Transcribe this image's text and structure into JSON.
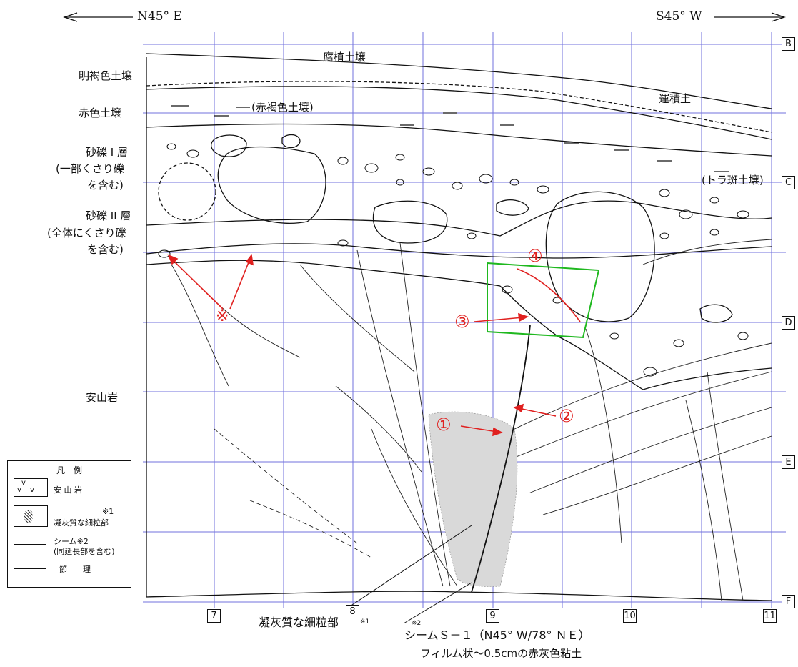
{
  "header": {
    "left_direction": "N45° E",
    "right_direction": "S45° W"
  },
  "layers": [
    {
      "label": "明褐色土壌"
    },
    {
      "label": "赤色土壌"
    },
    {
      "label": "砂礫 I 層"
    },
    {
      "label": "(一部くさり礫"
    },
    {
      "label": "を含む)"
    },
    {
      "label": "砂礫 II 層"
    },
    {
      "label": "(全体にくさり礫"
    },
    {
      "label": "を含む)"
    },
    {
      "label": "安山岩"
    }
  ],
  "annotations": {
    "humus": "腐植土壌",
    "reddish_brown": "(赤褐色土壌)",
    "transported": "運積土",
    "tiger": "(トラ斑土壌)",
    "asterisk": "※"
  },
  "grid_rows": [
    "B",
    "C",
    "D",
    "E",
    "F"
  ],
  "grid_cols": [
    "7",
    "8",
    "9",
    "10",
    "11"
  ],
  "markers": [
    "①",
    "②",
    "③",
    "④"
  ],
  "legend": {
    "title": "凡　例",
    "andesite": "安 山 岩",
    "tuff_note": "※1",
    "tuff": "凝灰質な細粒部",
    "seam": "シーム※2",
    "seam_sub": "(同延長部を含む)",
    "joint": "節　　理"
  },
  "bottom": {
    "tuff_label": "凝灰質な細粒部",
    "tuff_note": "※1",
    "seam_note": "※2",
    "seam_label": "シームＳ－１（N45° W/78° ＮＥ）",
    "seam_desc": "フィルム状～0.5cmの赤灰色粘土"
  }
}
